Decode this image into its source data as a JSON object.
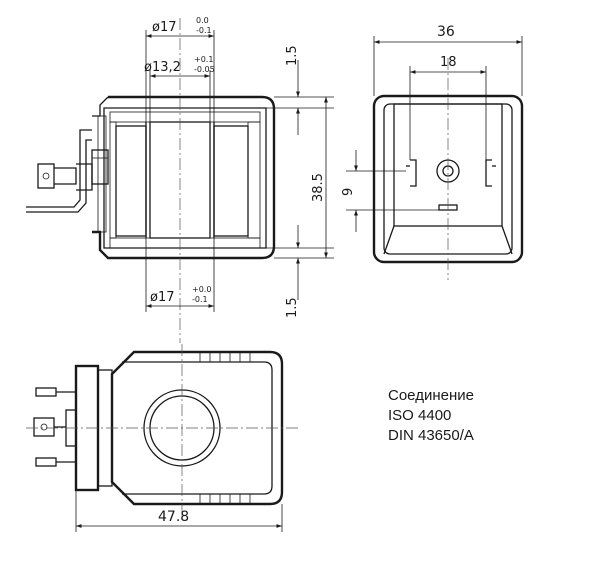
{
  "dimensions": {
    "outer_diameter_top": {
      "value": "ø17",
      "tol_upper": "0.0",
      "tol_lower": "-0.1"
    },
    "bore_diameter": {
      "value": "ø13,2",
      "tol_upper": "+0.1",
      "tol_lower": "-0.05"
    },
    "outer_diameter_bottom": {
      "value": "ø17",
      "tol_upper": "+0.0",
      "tol_lower": "-0.1"
    },
    "flange_top": "1.5",
    "flange_bottom": "1.5",
    "height": "38.5",
    "width": "36",
    "pin_spacing": "18",
    "pin_offset": "9",
    "length": "47.8"
  },
  "caption": {
    "line1": "Соединение",
    "line2": "ISO 4400",
    "line3": "DIN 43650/A"
  }
}
